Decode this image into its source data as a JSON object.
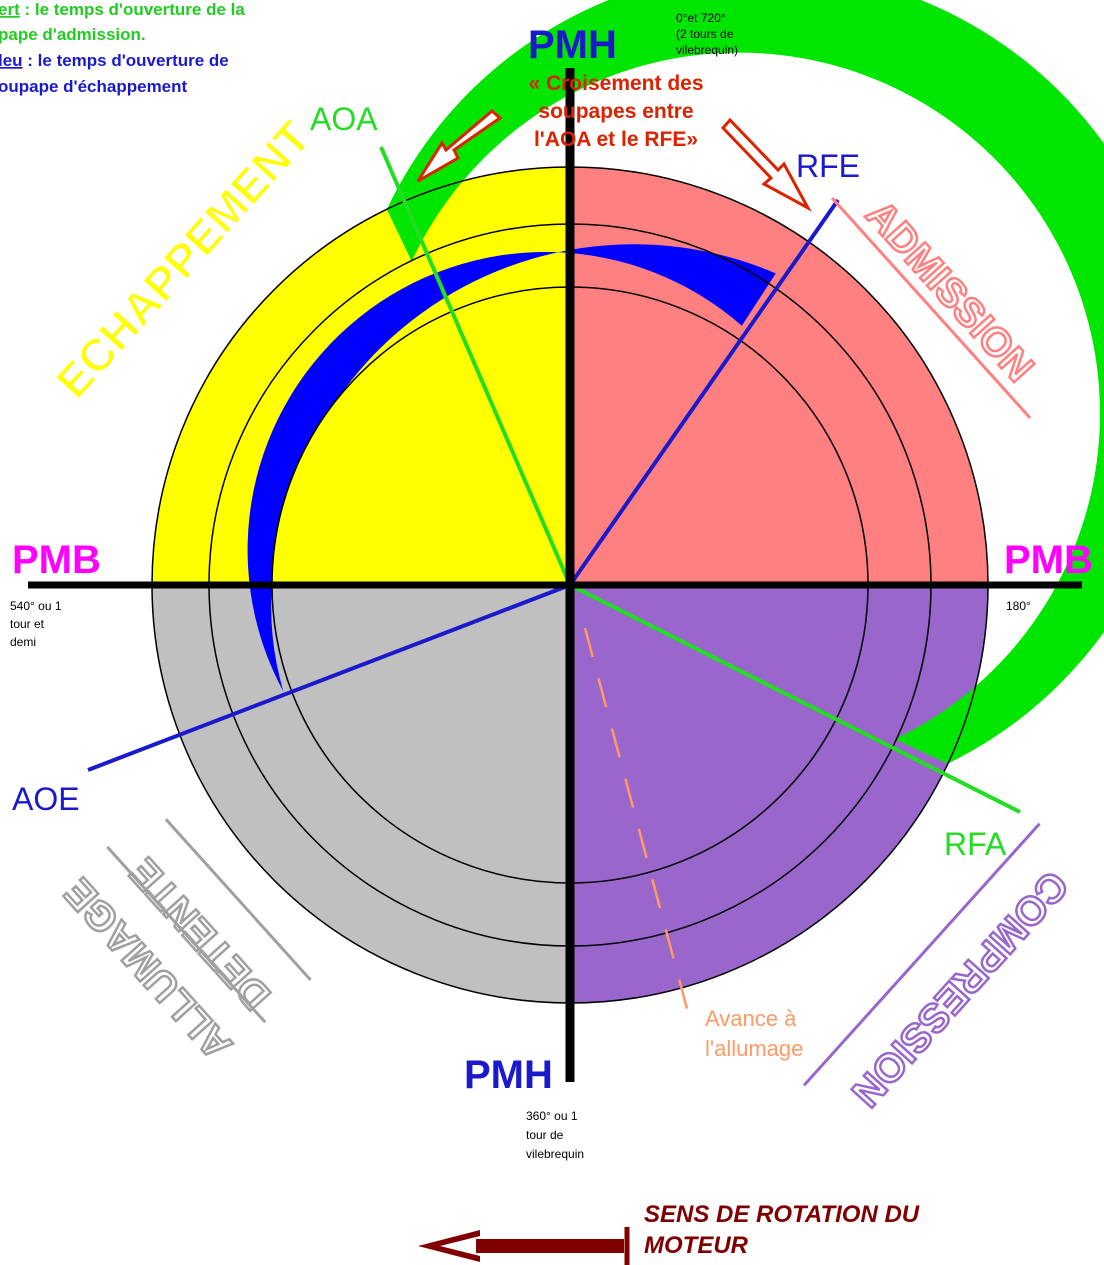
{
  "legend": {
    "green_line_prefix": "ert",
    "green_line_rest": " : le temps d'ouverture de la",
    "green_line2": "pape d'admission.",
    "blue_line_prefix": "leu",
    "blue_line_rest": " : le temps d'ouverture de",
    "blue_line2": "oupape d'échappement"
  },
  "dead_centers": {
    "top_label": "PMH",
    "top_note": [
      "0°et 720°",
      "(2 tours de",
      "vilebrequin)"
    ],
    "bottom_label": "PMH",
    "bottom_note": [
      "360° ou 1",
      "tour de",
      "vilebrequin"
    ],
    "left_label": "PMB",
    "left_note": [
      "540° ou 1",
      "tour et",
      "demi"
    ],
    "right_label": "PMB",
    "right_note": "180°"
  },
  "crossing_note": [
    "« Croisement des",
    "soupapes entre",
    "l'AOA et le RFE»"
  ],
  "valve_events": {
    "aoa": "AOA",
    "rfe": "RFE",
    "aoe": "AOE",
    "rfa": "RFA"
  },
  "strokes": {
    "admission": "ADMISSION",
    "compression": "COMPRESSION",
    "detente": "DETENTE",
    "allumage": "ALLUMAGE",
    "echappement": "ECHAPPEMENT"
  },
  "ignition_advance": [
    "Avance à",
    "l'allumage"
  ],
  "rotation": [
    "SENS DE ROTATION DU",
    "MOTEUR"
  ],
  "colors": {
    "admission_band": "#00e600",
    "exhaust_band": "#0000ff",
    "admission_sector": "#ff8080",
    "compression_sector": "#9966cc",
    "detente_sector": "#c0c0c0",
    "exhaust_sector": "#ffff00",
    "pmh": "#1a1acc",
    "pmb": "#ff00ff",
    "crossing": "#dd2200",
    "rotation": "#800000",
    "advance": "#ff9966"
  }
}
